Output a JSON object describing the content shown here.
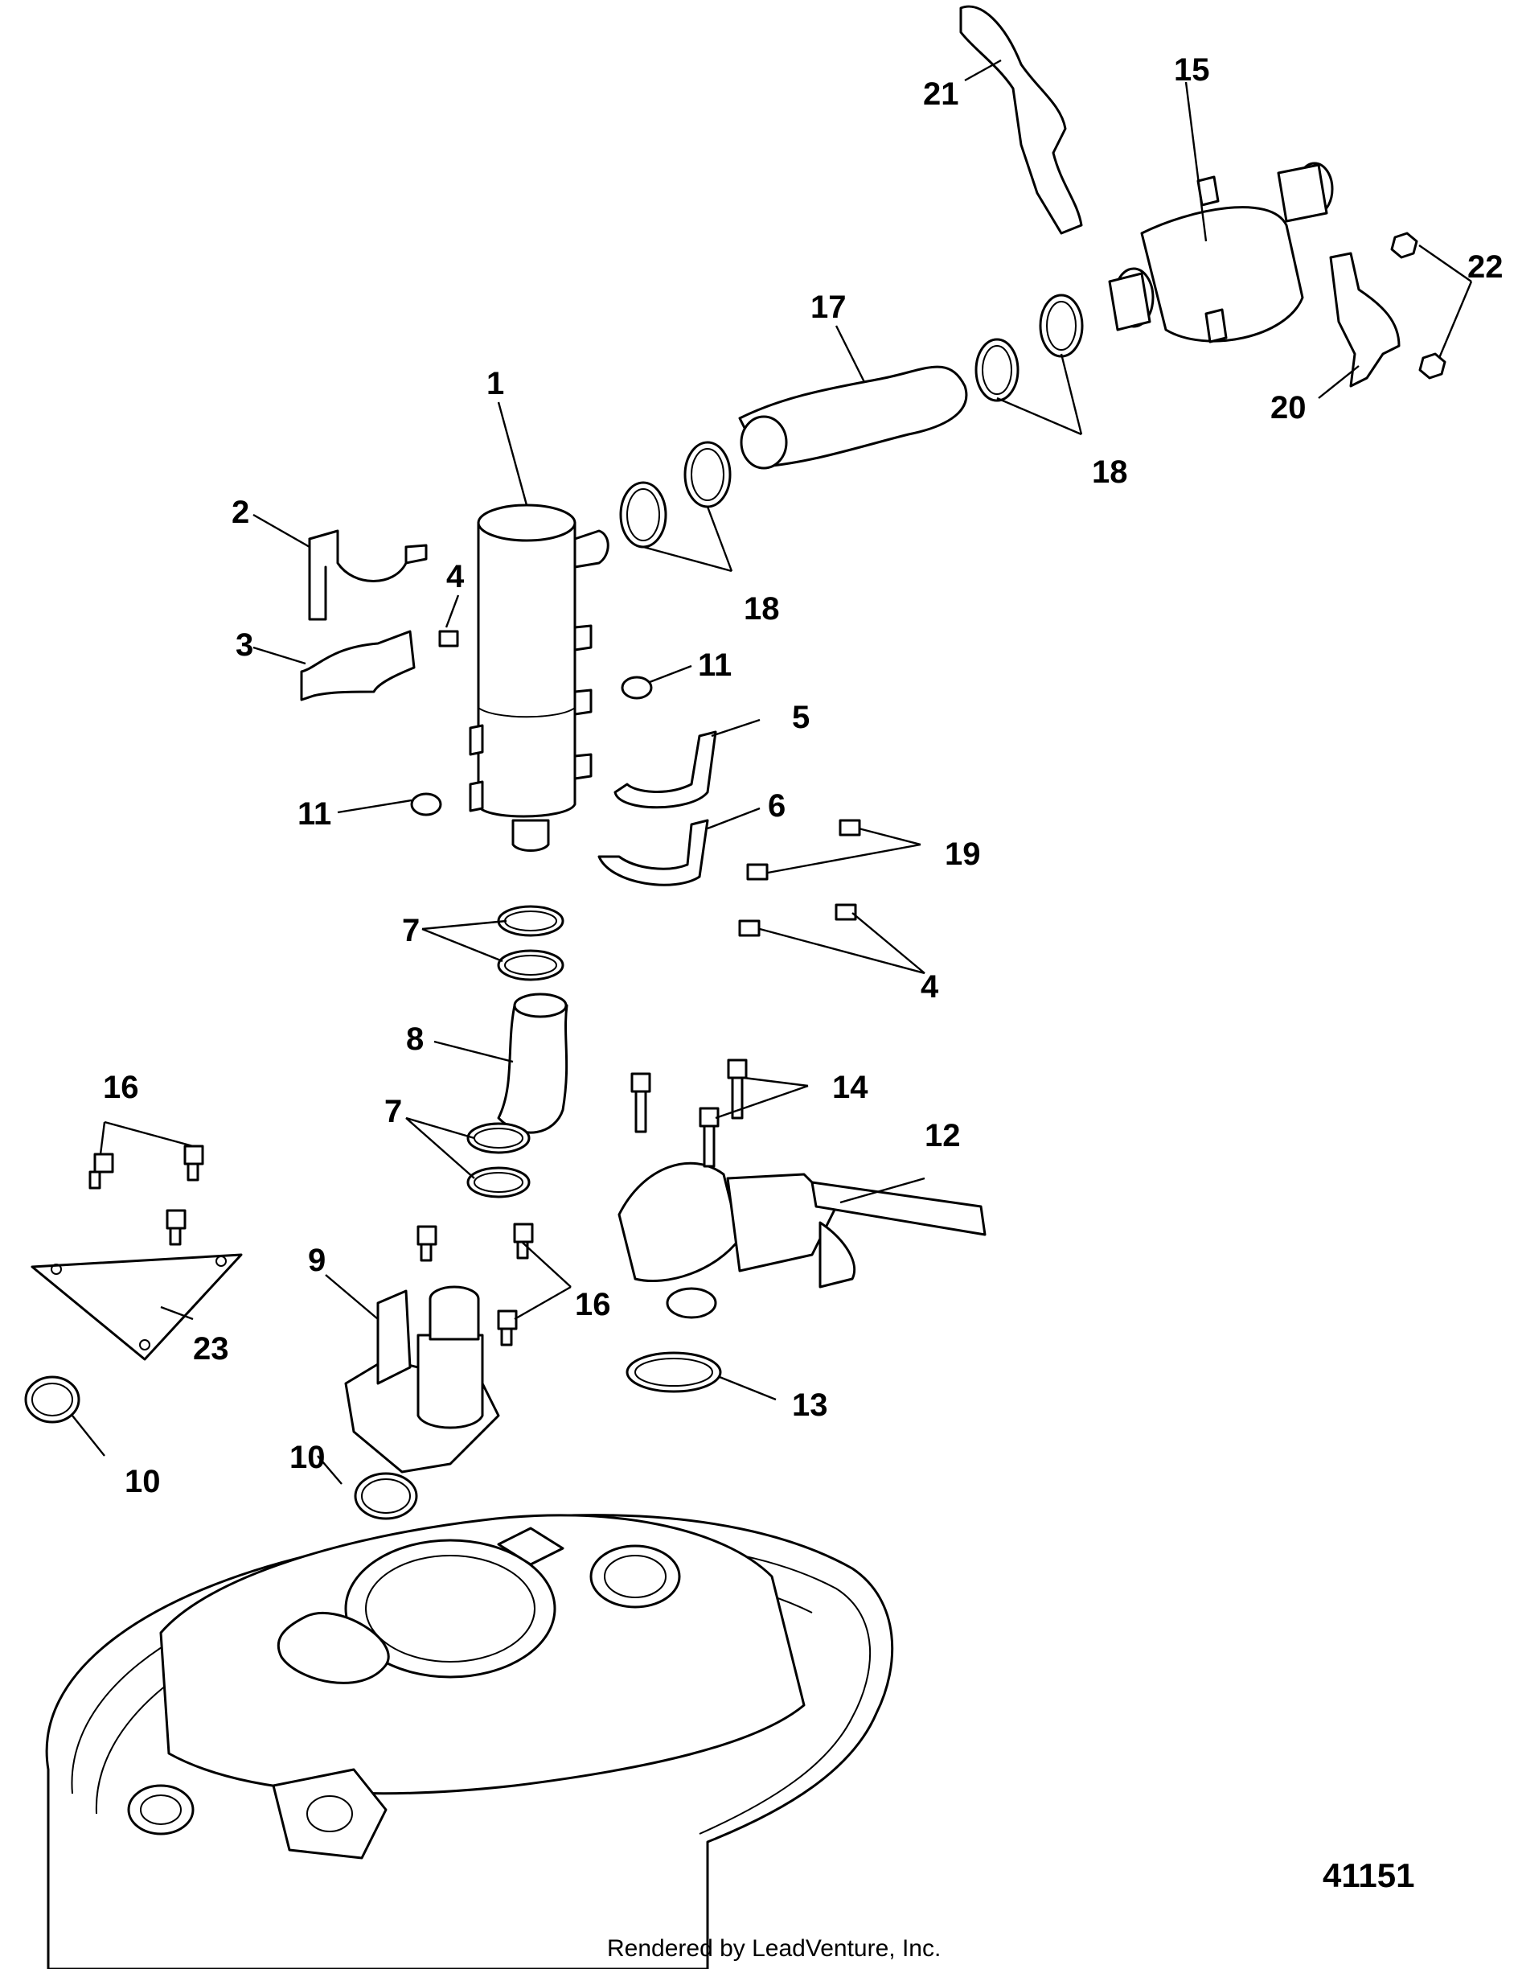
{
  "diagram": {
    "figure_number": "41151",
    "footer_text": "Rendered by LeadVenture, Inc.",
    "callouts": [
      "1",
      "2",
      "3",
      "4",
      "4",
      "5",
      "6",
      "7",
      "7",
      "8",
      "9",
      "10",
      "10",
      "11",
      "11",
      "12",
      "13",
      "14",
      "15",
      "16",
      "16",
      "17",
      "18",
      "18",
      "19",
      "20",
      "21",
      "22",
      "23"
    ]
  },
  "colors": {
    "line": "#000000",
    "background": "#ffffff"
  }
}
